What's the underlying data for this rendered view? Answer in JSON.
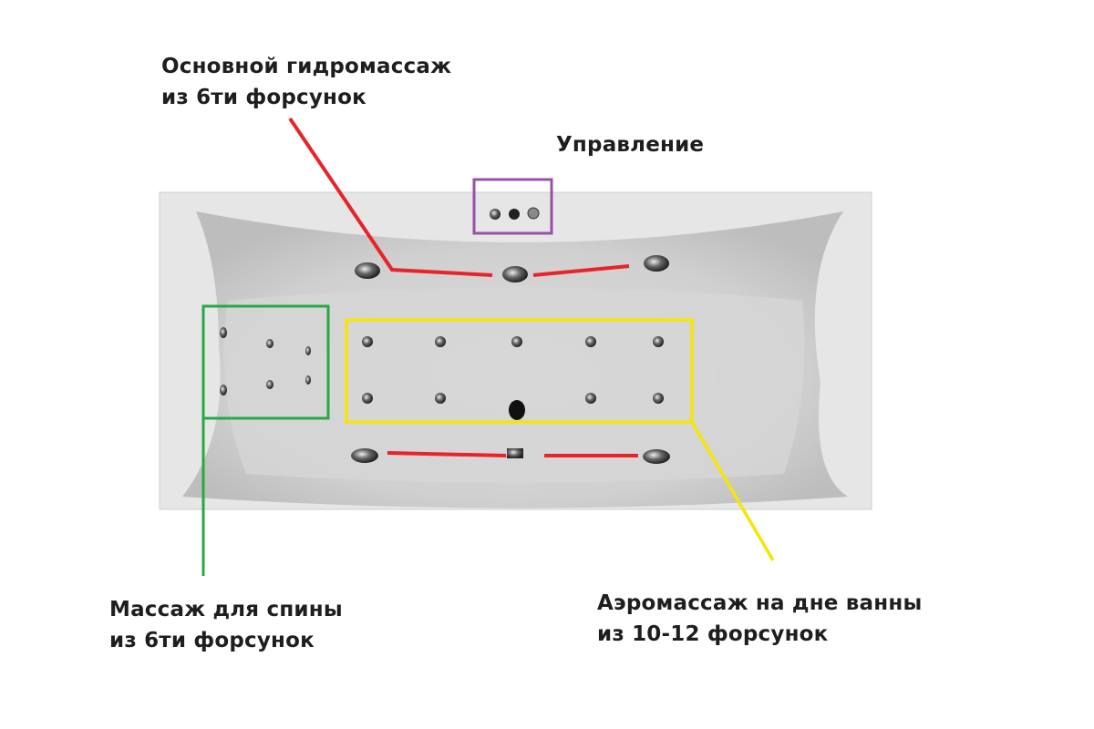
{
  "labels": {
    "main_hydro": {
      "line1": "Основной гидромассаж",
      "line2": "из 6ти форсунок"
    },
    "control": {
      "line1": "Управление"
    },
    "back_massage": {
      "line1": "Массаж для спины",
      "line2": "из 6ти форсунок"
    },
    "aero_massage": {
      "line1": "Аэромассаж на дне ванны",
      "line2": "из 10-12 форсунок"
    }
  },
  "colors": {
    "main_hydro": "#e8232a",
    "control": "#9b4fa8",
    "back_massage": "#27a844",
    "aero_massage": "#f5e50a"
  }
}
